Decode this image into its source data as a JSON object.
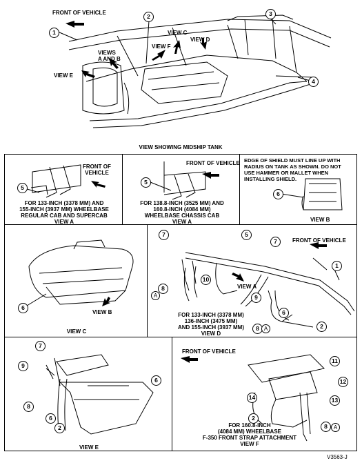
{
  "top": {
    "front_label": "FRONT OF VEHICLE",
    "views_ab": "VIEWS\nA AND B",
    "view_c": "VIEW C",
    "view_d": "VIEW D",
    "view_e": "VIEW E",
    "view_f": "VIEW F",
    "caption": "VIEW SHOWING MIDSHIP TANK",
    "callouts": [
      "1",
      "2",
      "3",
      "4"
    ]
  },
  "panel_a1": {
    "front": "FRONT OF\nVEHICLE",
    "callout": "5",
    "caption": "FOR 133-INCH (3378 MM) AND\n155-INCH (3937 MM) WHEELBASE\nREGULAR CAB AND SUPERCAB\nVIEW A"
  },
  "panel_a2": {
    "front": "FRONT OF VEHICLE",
    "callout": "5",
    "caption": "FOR 138.8-INCH (3525 MM) AND\n160.8-INCH (4084 MM)\nWHEELBASE CHASSIS CAB\nVIEW A"
  },
  "panel_b": {
    "note": "EDGE OF SHIELD MUST LINE UP WITH\nRADIUS ON TANK AS SHOWN. DO NOT\nUSE HAMMER OR MALLET WHEN\nINSTALLING SHIELD.",
    "callout": "6",
    "caption": "VIEW B"
  },
  "panel_c": {
    "view_b": "VIEW B",
    "callout": "6",
    "caption": "VIEW C"
  },
  "panel_d": {
    "front": "FRONT OF VEHICLE",
    "view_a": "VIEW A",
    "callouts": [
      "7",
      "5",
      "7",
      "1",
      "8",
      "A",
      "10",
      "9",
      "6",
      "8",
      "A",
      "2"
    ],
    "caption": "FOR 133-INCH (3378 MM)\n136-INCH (3475 MM)\nAND 155-INCH (3937 MM)\nVIEW D"
  },
  "panel_e": {
    "callouts": [
      "7",
      "9",
      "8",
      "6",
      "2",
      "6"
    ],
    "caption": "VIEW E"
  },
  "panel_f": {
    "front": "FRONT OF VEHICLE",
    "callouts": [
      "11",
      "12",
      "14",
      "13",
      "2",
      "8",
      "A"
    ],
    "caption": "FOR 160.8-INCH\n(4084 MM) WHEELBASE\nF-350 FRONT STRAP ATTACHMENT\nVIEW F"
  },
  "figure_id": "V3563-J"
}
